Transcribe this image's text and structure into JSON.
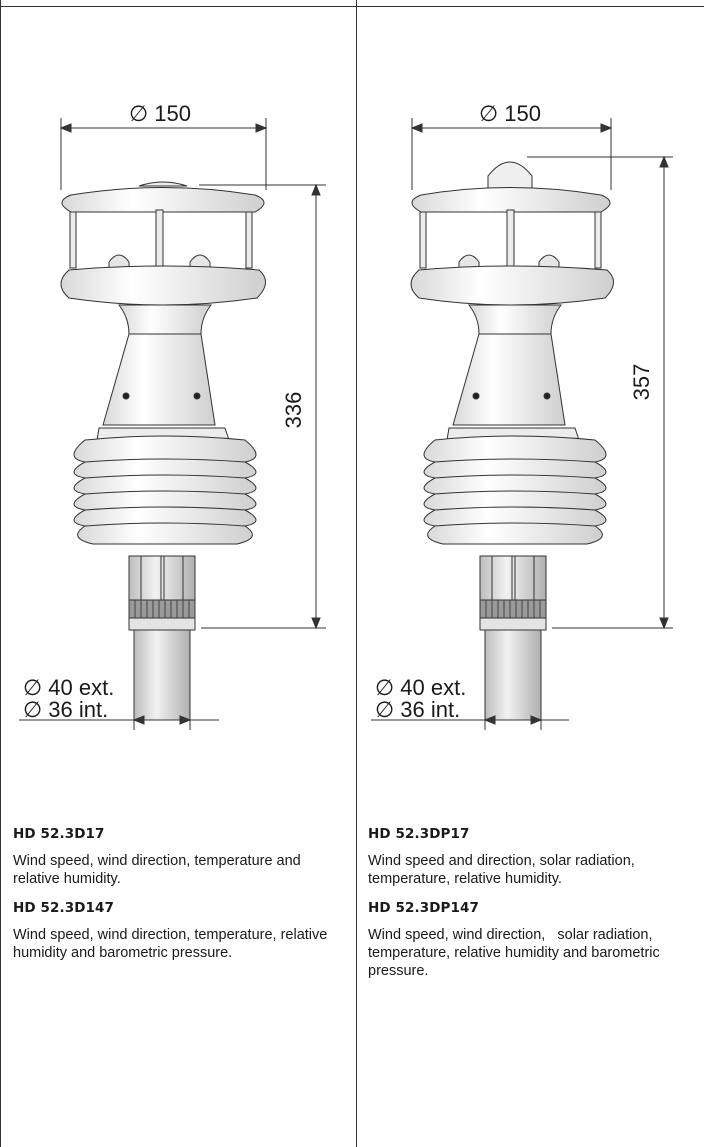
{
  "left": {
    "diameter_top": "∅ 150",
    "height_label": "336",
    "pipe_ext": "∅ 40 ext.",
    "pipe_int": "∅ 36 int.",
    "models": [
      {
        "code": "HD 52.3D17",
        "description": "Wind speed, wind direction, temperature and relative humidity."
      },
      {
        "code": "HD 52.3D147",
        "description": "Wind speed, wind direction, temperature, relative humidity and barometric pressure."
      }
    ]
  },
  "right": {
    "diameter_top": "∅ 150",
    "height_label": "357",
    "pipe_ext": "∅ 40 ext.",
    "pipe_int": "∅ 36 int.",
    "models": [
      {
        "code": "HD 52.3DP17",
        "description": "Wind speed and direction, solar radiation, temperature, relative humidity."
      },
      {
        "code": "HD 52.3DP147",
        "description": "Wind speed, wind direction,   solar radiation, temperature, relative humidity and barometric pressure."
      }
    ]
  },
  "colors": {
    "line": "#333333",
    "body_fill": "#f4f4f4",
    "shade": "#dcdcdc",
    "dark": "#555555"
  }
}
